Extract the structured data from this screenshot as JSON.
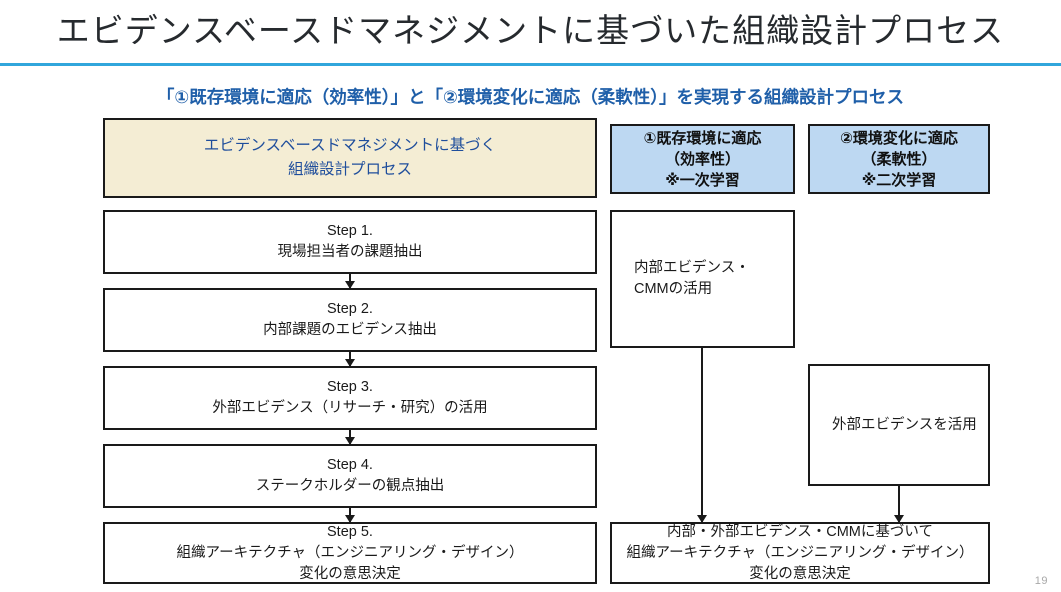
{
  "slide": {
    "title": "エビデンスベースドマネジメントに基づいた組織設計プロセス",
    "subtitle": "「①既存環境に適応（効率性）」と「②環境変化に適応（柔軟性）」を実現する組織設計プロセス",
    "page_number": "19",
    "accent_rule_color": "#31A6DC",
    "subtitle_color": "#1F5FA9",
    "title_color": "#262A2E",
    "cream_box_fill": "#F4EDD4",
    "blue_box_fill": "#BDD8F2",
    "box_border_color": "#1A1A1A",
    "page_number_color": "#A8A8A8"
  },
  "left_column": {
    "header_box": {
      "line1": "エビデンスベースドマネジメントに基づく",
      "line2": "組織設計プロセス"
    },
    "steps": [
      {
        "label": "Step 1.",
        "line1": "現場担当者の課題抽出",
        "line2": "",
        "line3": ""
      },
      {
        "label": "Step 2.",
        "line1": "内部課題のエビデンス抽出",
        "line2": "",
        "line3": ""
      },
      {
        "label": "Step 3.",
        "line1": "外部エビデンス（リサーチ・研究）の活用",
        "line2": "",
        "line3": ""
      },
      {
        "label": "Step 4.",
        "line1": "ステークホルダーの観点抽出",
        "line2": "",
        "line3": ""
      },
      {
        "label": "Step 5.",
        "line1": "組織アーキテクチャ（エンジニアリング・デザイン）",
        "line2": "変化の意思決定",
        "line3": ""
      }
    ]
  },
  "right_column": {
    "headers": [
      {
        "line1": "①既存環境に適応",
        "line2": "（効率性）",
        "line3": "※一次学習"
      },
      {
        "line1": "②環境変化に適応",
        "line2": "（柔軟性）",
        "line3": "※二次学習"
      }
    ],
    "internal_box": {
      "line1": "内部エビデンス・",
      "line2": "CMMの活用"
    },
    "external_box": {
      "line1": "外部エビデンスを活用"
    },
    "summary_box": {
      "line1": "内部・外部エビデンス・CMMに基づいて",
      "line2": "組織アーキテクチャ（エンジニアリング・デザイン）",
      "line3": "変化の意思決定"
    }
  }
}
